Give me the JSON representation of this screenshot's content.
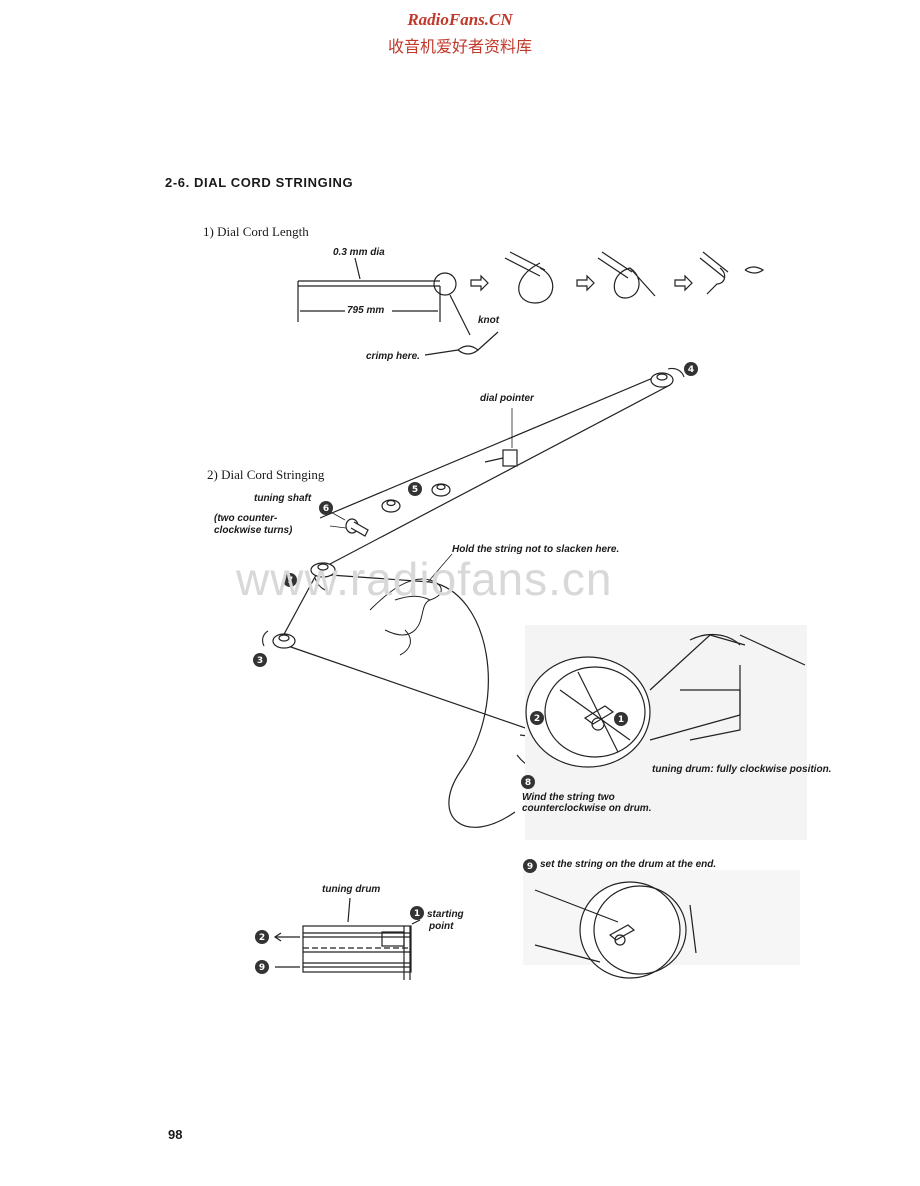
{
  "header": {
    "site_title": "RadioFans.CN",
    "site_subtitle": "收音机爱好者资料库"
  },
  "section": {
    "title": "2-6.  DIAL CORD STRINGING"
  },
  "part1": {
    "title": "1) Dial Cord Length",
    "dia_label": "0.3 mm dia",
    "length_label": "795 mm",
    "knot_label": "knot",
    "crimp_label": "crimp here."
  },
  "part2": {
    "title": "2) Dial Cord Stringing",
    "dial_pointer": "dial pointer",
    "tuning_shaft": "tuning shaft",
    "two_counter_1": "(two counter-",
    "two_counter_2": "clockwise turns)",
    "hold_string": "Hold the string not to slacken here.",
    "tuning_drum_pos": "tuning drum:  fully clockwise position.",
    "wind_1": "Wind the string two",
    "wind_2": "counterclockwise on drum.",
    "set_string": "set the string on the drum at the end."
  },
  "callouts": [
    "1",
    "2",
    "3",
    "4",
    "5",
    "6",
    "7",
    "8",
    "9"
  ],
  "drum_detail": {
    "title": "tuning drum",
    "starting_1": "starting",
    "starting_2": "point",
    "marker_start": "1",
    "marker_a": "2",
    "marker_b": "9"
  },
  "watermark": "www.radiofans.cn",
  "page_number": "98"
}
